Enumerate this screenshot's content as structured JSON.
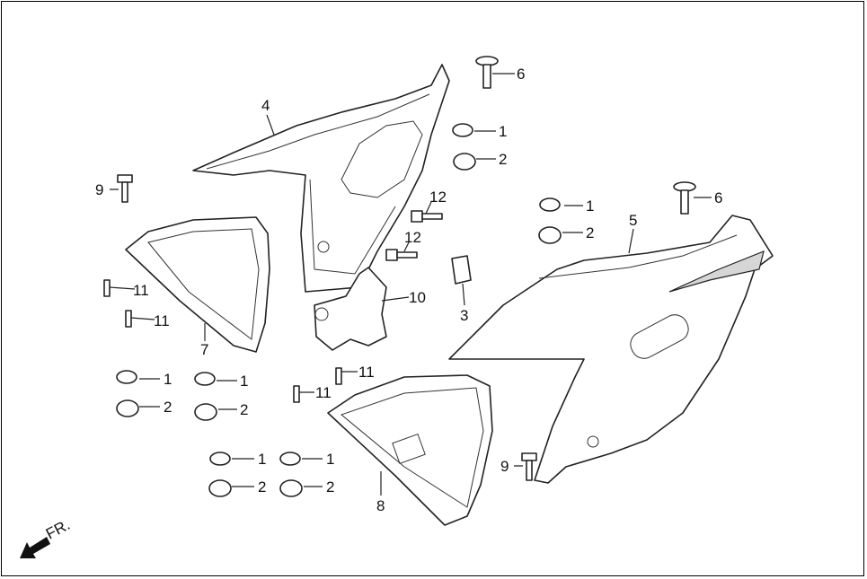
{
  "diagram": {
    "callouts": [
      {
        "id": "callout-6a",
        "text": "6"
      },
      {
        "id": "callout-1a",
        "text": "1"
      },
      {
        "id": "callout-2a",
        "text": "2"
      },
      {
        "id": "callout-4",
        "text": "4"
      },
      {
        "id": "callout-9a",
        "text": "9"
      },
      {
        "id": "callout-12a",
        "text": "12"
      },
      {
        "id": "callout-12b",
        "text": "12"
      },
      {
        "id": "callout-1b",
        "text": "1"
      },
      {
        "id": "callout-6b",
        "text": "6"
      },
      {
        "id": "callout-2b",
        "text": "2"
      },
      {
        "id": "callout-5",
        "text": "5"
      },
      {
        "id": "callout-11a",
        "text": "11"
      },
      {
        "id": "callout-11b",
        "text": "11"
      },
      {
        "id": "callout-10",
        "text": "10"
      },
      {
        "id": "callout-3",
        "text": "3"
      },
      {
        "id": "callout-7",
        "text": "7"
      },
      {
        "id": "callout-11c",
        "text": "11"
      },
      {
        "id": "callout-11d",
        "text": "11"
      },
      {
        "id": "callout-1c",
        "text": "1"
      },
      {
        "id": "callout-1d",
        "text": "1"
      },
      {
        "id": "callout-2c",
        "text": "2"
      },
      {
        "id": "callout-2d",
        "text": "2"
      },
      {
        "id": "callout-1e",
        "text": "1"
      },
      {
        "id": "callout-1f",
        "text": "1"
      },
      {
        "id": "callout-2e",
        "text": "2"
      },
      {
        "id": "callout-2f",
        "text": "2"
      },
      {
        "id": "callout-8",
        "text": "8"
      },
      {
        "id": "callout-9b",
        "text": "9"
      }
    ],
    "front_indicator": "FR.",
    "line_color": "#222222",
    "shade_color": "#d6d6d6"
  }
}
